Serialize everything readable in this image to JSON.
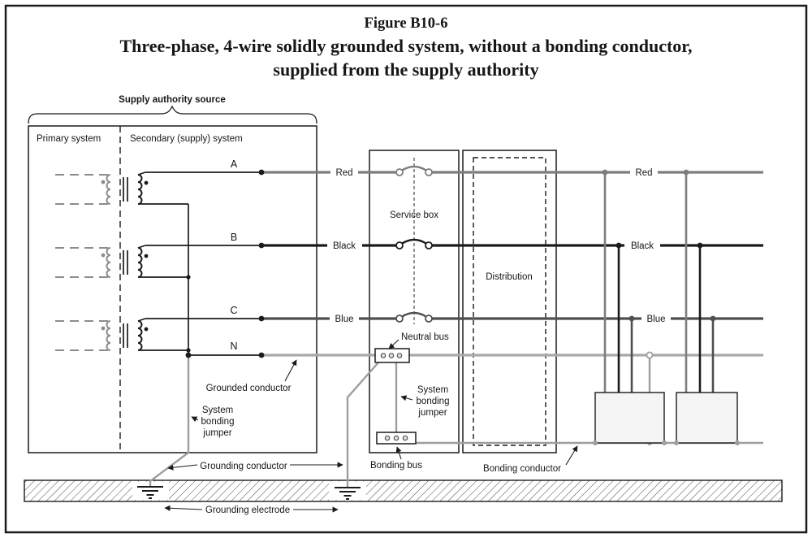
{
  "figure": {
    "caption_line1": "Figure B10-6",
    "caption_line2": "Three-phase, 4-wire solidly grounded system, without a bonding conductor,",
    "caption_line3": "supplied from the supply authority"
  },
  "supply_source": {
    "brace_label": "Supply authority source",
    "primary_system": "Primary system",
    "secondary_system": "Secondary (supply) system",
    "phase_a": "A",
    "phase_b": "B",
    "phase_c": "C",
    "phase_n": "N",
    "grounded_conductor": "Grounded conductor",
    "bonding_jumper_line1": "System",
    "bonding_jumper_line2": "bonding",
    "bonding_jumper_line3": "jumper"
  },
  "wires": {
    "left": {
      "red": "Red",
      "black": "Black",
      "blue": "Blue"
    },
    "right": {
      "red": "Red",
      "black": "Black",
      "blue": "Blue"
    }
  },
  "service_box": {
    "label": "Service box",
    "neutral_bus": "Neutral bus",
    "bonding_jumper_line1": "System",
    "bonding_jumper_line2": "bonding",
    "bonding_jumper_line3": "jumper",
    "bonding_bus": "Bonding bus"
  },
  "distribution": {
    "label": "Distribution"
  },
  "grounding": {
    "grounding_conductor": "Grounding conductor",
    "grounding_electrode": "Grounding electrode",
    "bonding_conductor": "Bonding conductor"
  },
  "colors": {
    "phase_red": "#7d7d7d",
    "phase_black": "#1b1b1b",
    "phase_blue": "#4f4f4f",
    "neutral_gray": "#a9a9a9",
    "ground_gray": "#9e9e9e",
    "coil_gray": "#8c8c8c",
    "ink": "#1b1b1b"
  }
}
